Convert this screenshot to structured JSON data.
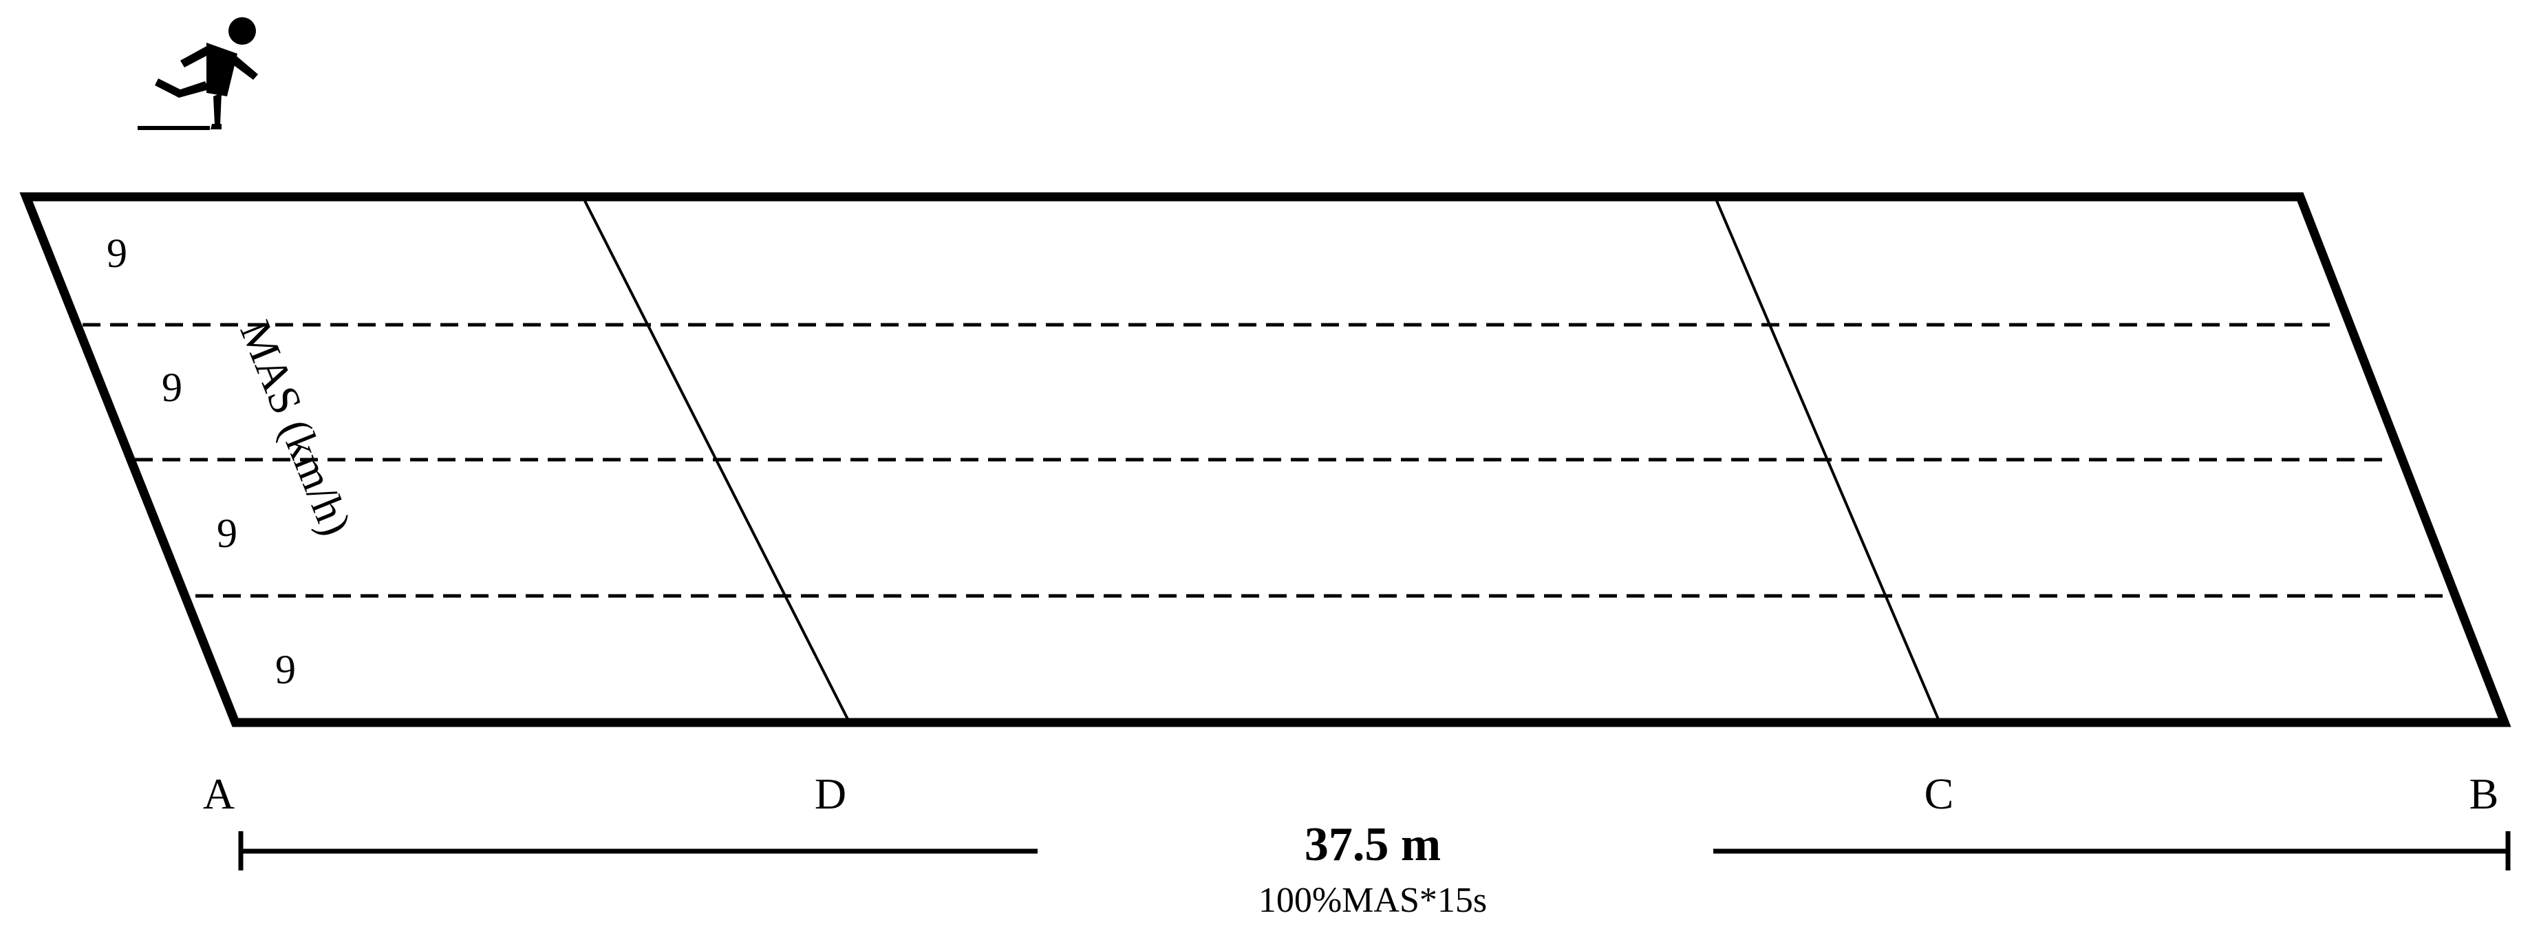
{
  "icons": {
    "runner": "runner-icon"
  },
  "lanes": {
    "numbers": [
      "9",
      "9",
      "9",
      "9"
    ]
  },
  "axis": {
    "speed_label": "MAS (km/h)"
  },
  "points": {
    "a": "A",
    "d": "D",
    "c": "C",
    "b": "B"
  },
  "measure": {
    "distance": "37.5 m",
    "note": "100%MAS*15s"
  },
  "colors": {
    "stroke": "#000000",
    "background": "#ffffff"
  }
}
